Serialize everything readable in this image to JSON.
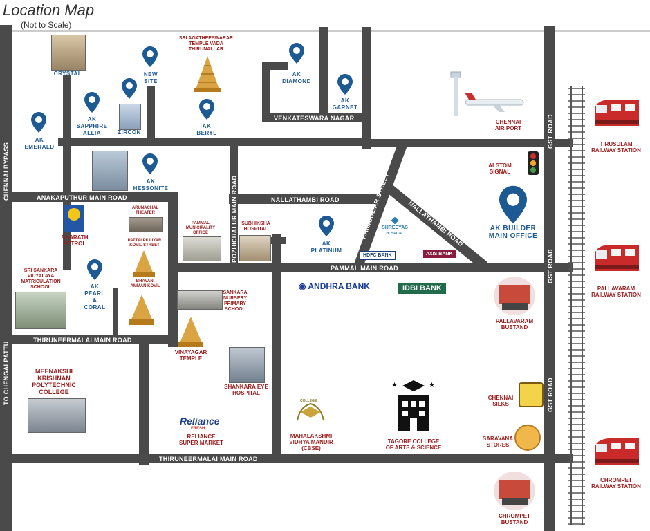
{
  "header": {
    "title": "Location Map",
    "subtitle": "(Not to Scale)"
  },
  "colors": {
    "road": "#4a4a4a",
    "pin": "#1d5a94",
    "landmark_text": "#9b1c1c",
    "rail": "#555555"
  },
  "roads": {
    "chennai_bypass": "CHENNAI BYPASS",
    "to_chengalpattu": "TO CHENGALPATTU",
    "anakaputhur_main_road": "ANAKAPUTHUR MAIN ROAD",
    "pozhichalur_main_road": "POZHICHALUR MAIN ROAD",
    "venkateswara_nagar": "VENKATESWARA NAGAR",
    "nallathambi_road_1": "NALLATHAMBI ROAD",
    "nallathambi_road_2": "NALLATHAMBI ROAD",
    "kamarajar_street": "KAMARAJAR STREET",
    "pammal_main_road": "PAMMAL MAIN ROAD",
    "thiruneermalai_main_road_1": "THIRUNEERMALAI MAIN ROAD",
    "thiruneermalai_main_road_2": "THIRUNEERMALAI MAIN ROAD",
    "gst_road_1": "GST ROAD",
    "gst_road_2": "GST ROAD",
    "gst_road_3": "GST ROAD"
  },
  "projects": {
    "ak_emerald": [
      "AK",
      "EMERALD"
    ],
    "ak_sapphire": [
      "AK",
      "SAPPHIRE",
      "ALLIA"
    ],
    "ak_new_site": [
      "NEW",
      "SITE"
    ],
    "ak_beryl": [
      "AK",
      "BERYL"
    ],
    "ak_diamond": [
      "AK",
      "DIAMOND"
    ],
    "ak_garnet": [
      "AK",
      "GARNET"
    ],
    "ak_hessonite": [
      "AK",
      "HESSONITE"
    ],
    "ak_platinum": [
      "AK",
      "PLATINUM"
    ],
    "ak_pearl": [
      "AK",
      "PEARL",
      "&",
      "CORAL"
    ],
    "ak_builder": [
      "AK BUILDER",
      "MAIN OFFICE"
    ],
    "crystal": "CRYSTAL",
    "zircon": "ZIRCON"
  },
  "landmarks": {
    "temple_top": [
      "SRI AGATHEESWARAR",
      "TEMPLE VADA",
      "THIRUNALLAR"
    ],
    "chennai_airport": [
      "CHENNAI",
      "AIR PORT"
    ],
    "alstom_signal": [
      "ALSTOM",
      "SIGNAL"
    ],
    "tirusulam": [
      "TIRUSULAM",
      "RAILWAY STATION"
    ],
    "pallavaram_rs": [
      "PALLAVARAM",
      "RAILWAY STATION"
    ],
    "chrompet_rs": [
      "CHROMPET",
      "RAILWAY STATION"
    ],
    "bharath_petrol": [
      "BHARATH",
      "PETROL"
    ],
    "arunachal_theater": [
      "ARUNACHAL",
      "THEATER"
    ],
    "pammal_office": [
      "PAMMAL",
      "MUNICIPALITY",
      "OFFICE"
    ],
    "subhiksha_hospital": [
      "SUBHIKSHA",
      "HOSPITAL"
    ],
    "shreeyas_hospital": [
      "SHREEYAS",
      "HOSPITAL"
    ],
    "hdfc_bank": "HDFC BANK",
    "axis_bank": "AXIS BANK",
    "pillayar_kovil": [
      "PATTAI PILLIYAR",
      "KOVIL STREET"
    ],
    "bhavani_kovil": [
      "BHAVANI",
      "AMMAN KOVIL"
    ],
    "sri_sankara_school": [
      "SRI SANKARA",
      "VIDYALAYA",
      "MATRICULATION",
      "SCHOOL"
    ],
    "sankara_nursery": [
      "SANKARA",
      "NURSERY",
      "PRIMARY",
      "SCHOOL"
    ],
    "vinayagar_temple": [
      "VINAYAGAR",
      "TEMPLE"
    ],
    "shankara_eye": [
      "SHANKARA EYE",
      "HOSPITAL"
    ],
    "andhra_bank": "ANDHRA BANK",
    "idbi_bank": "IDBI BANK",
    "pallavaram_bustand": [
      "PALLAVARAM",
      "BUSTAND"
    ],
    "meenakshi_college": [
      "MEENAKSHI",
      "KRISHNAN",
      "POLYTECHNIC",
      "COLLEGE"
    ],
    "reliance_logo": "Reliance",
    "reliance_sub": "FRESH",
    "reliance_text": [
      "RELIANCE",
      "SUPER MARKET"
    ],
    "mahalakshmi_school": [
      "MAHALAKSHMI",
      "VIDHYA MANDIR",
      "(CBSE)"
    ],
    "college_badge": "COLLEGE",
    "tagore_college": [
      "TAGORE COLLEGE",
      "OF ARTS & SCIENCE"
    ],
    "chennai_silks": [
      "CHENNAI",
      "SILKS"
    ],
    "saravana_stores": [
      "SARAVANA",
      "STORES"
    ],
    "chrompet_bustand": [
      "CHROMPET",
      "BUSTAND"
    ]
  }
}
